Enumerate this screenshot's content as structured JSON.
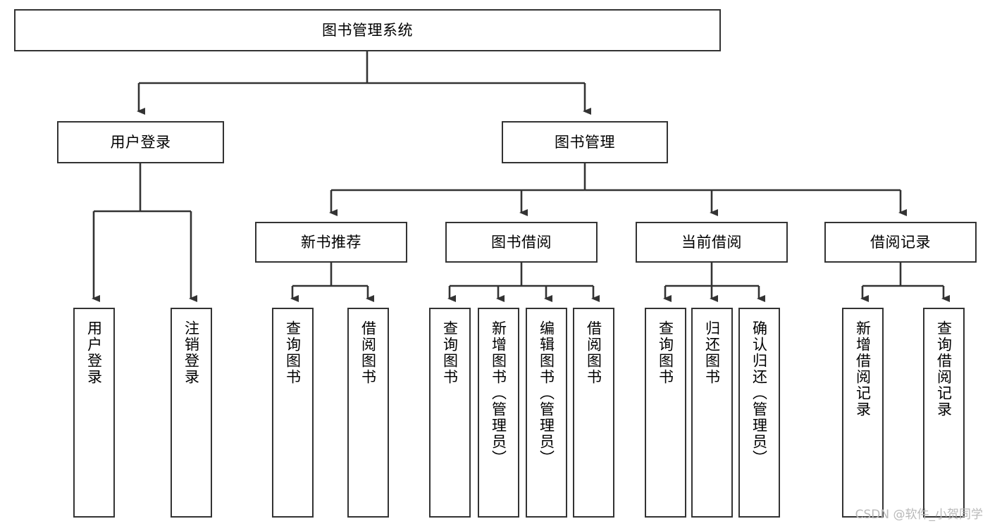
{
  "diagram": {
    "title": "图书管理系统",
    "background_color": "#ffffff",
    "border_color": "#333333",
    "text_color": "#000000",
    "orientation": "top-down tree"
  },
  "nodes": {
    "root": {
      "label": "图书管理系统"
    },
    "level2": [
      {
        "label": "用户登录"
      },
      {
        "label": "图书管理"
      }
    ],
    "level3": [
      {
        "label": "新书推荐"
      },
      {
        "label": "图书借阅"
      },
      {
        "label": "当前借阅"
      },
      {
        "label": "借阅记录"
      }
    ],
    "leaves": {
      "user_login": [
        {
          "label": "用户登录"
        },
        {
          "label": "注销登录"
        }
      ],
      "new_book_recommend": [
        {
          "label": "查询图书"
        },
        {
          "label": "借阅图书"
        }
      ],
      "book_borrow": [
        {
          "label": "查询图书"
        },
        {
          "label": "新增图书（管理员）"
        },
        {
          "label": "编辑图书（管理员）"
        },
        {
          "label": "借阅图书"
        }
      ],
      "current_borrow": [
        {
          "label": "查询图书"
        },
        {
          "label": "归还图书"
        },
        {
          "label": "确认归还（管理员）"
        }
      ],
      "borrow_record": [
        {
          "label": "新增借阅记录"
        },
        {
          "label": "查询借阅记录"
        }
      ]
    }
  },
  "watermark": {
    "text": "CSDN @软件_小贺同学"
  }
}
